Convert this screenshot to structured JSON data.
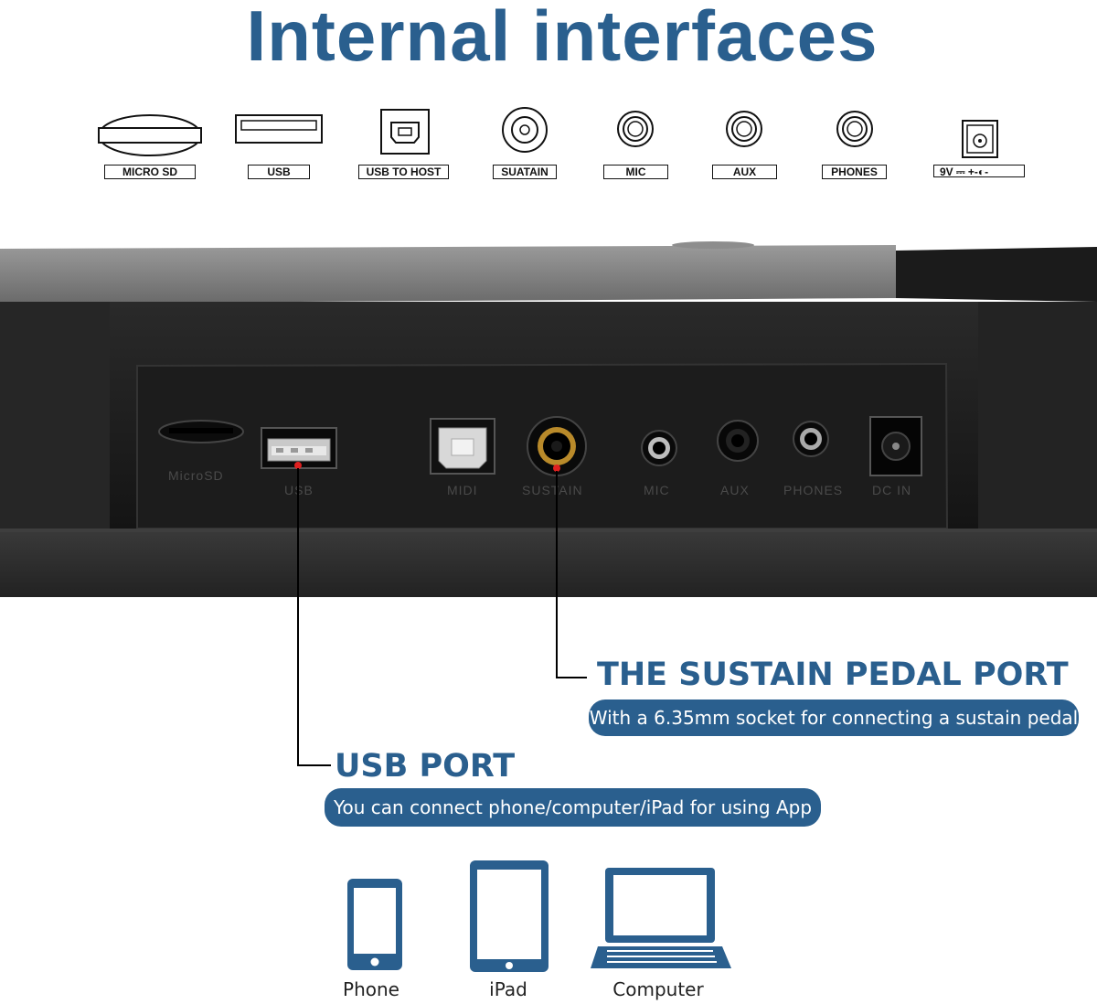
{
  "title": "Internal interfaces",
  "port_labels": [
    {
      "name": "micro-sd",
      "label": "MICRO SD"
    },
    {
      "name": "usb",
      "label": "USB"
    },
    {
      "name": "usb-to-host",
      "label": "USB TO HOST"
    },
    {
      "name": "sustain",
      "label": "SUATAIN"
    },
    {
      "name": "mic",
      "label": "MIC"
    },
    {
      "name": "aux",
      "label": "AUX"
    },
    {
      "name": "phones",
      "label": "PHONES"
    },
    {
      "name": "dc",
      "label": "9V ⎓  +-◐-"
    }
  ],
  "panel_labels": [
    "MicroSD",
    "USB",
    "MIDI",
    "SUSTAIN",
    "MIC",
    "AUX",
    "PHONES",
    "DC IN"
  ],
  "sustain": {
    "heading": "THE SUSTAIN PEDAL PORT",
    "desc": "With a 6.35mm socket for connecting a sustain pedal"
  },
  "usb_port": {
    "heading": "USB PORT",
    "desc": "You can connect phone/computer/iPad for using App"
  },
  "devices": [
    {
      "name": "phone",
      "label": "Phone"
    },
    {
      "name": "ipad",
      "label": "iPad"
    },
    {
      "name": "computer",
      "label": "Computer"
    }
  ],
  "colors": {
    "accent": "#2a5f8e",
    "callout_line": "#000000",
    "marker": "#e02020"
  }
}
